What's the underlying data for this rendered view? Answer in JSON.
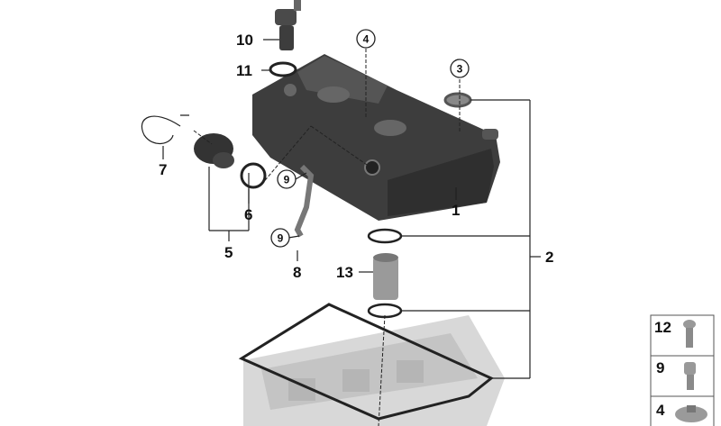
{
  "diagram": {
    "part_labels": {
      "p1": "1",
      "p2": "2",
      "p3": "3",
      "p4": "4",
      "p5": "5",
      "p6": "6",
      "p7": "7",
      "p8": "8",
      "p9a": "9",
      "p9b": "9",
      "p10": "10",
      "p11": "11",
      "p13": "13"
    },
    "legend": [
      {
        "label": "12"
      },
      {
        "label": "9"
      },
      {
        "label": "4"
      }
    ],
    "colors": {
      "part": "#3d3d3d",
      "part_light": "#6a6a6a",
      "head": "#c9c9c9",
      "line": "#222222"
    }
  }
}
